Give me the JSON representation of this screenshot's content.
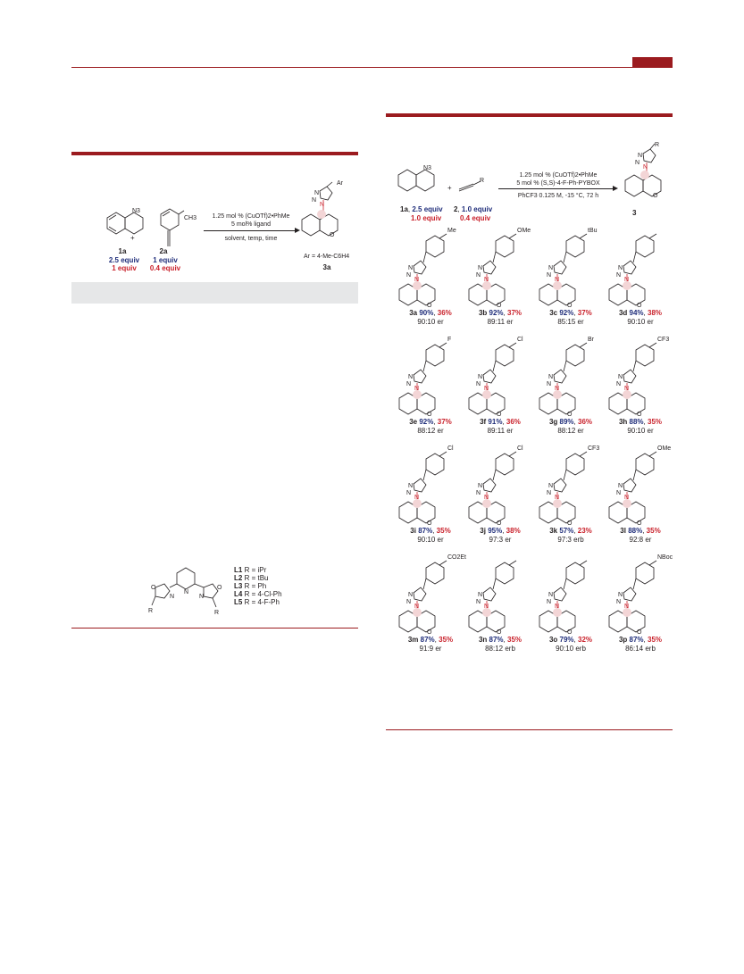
{
  "header": {
    "page_tab": ""
  },
  "table1": {
    "reactant1": {
      "azide": "N3",
      "id": "1a",
      "equiv_blue": "2.5 equiv",
      "equiv_red": "1 equiv"
    },
    "plus": "+",
    "reactant2": {
      "substituent": "CH3",
      "id": "2a",
      "equiv_blue": "1 equiv",
      "equiv_red": "0.4 equiv"
    },
    "conditions_above1": "1.25 mol % (CuOTf)2•PhMe",
    "conditions_above2": "5 mol% ligand",
    "conditions_below": "solvent, temp, time",
    "product": {
      "substituent": "Ar",
      "ar_def": "Ar = 4-Me-C6H4",
      "id": "3a"
    }
  },
  "ligands": {
    "items": [
      {
        "id": "L1",
        "def": "R = iPr"
      },
      {
        "id": "L2",
        "def": "R = tBu"
      },
      {
        "id": "L3",
        "def": "R = Ph"
      },
      {
        "id": "L4",
        "def": "R = 4-Cl-Ph"
      },
      {
        "id": "L5",
        "def": "R = 4-F-Ph"
      }
    ],
    "r_label": "R"
  },
  "scheme": {
    "reactant1": {
      "azide": "N3",
      "id": "1a",
      "equiv_blue": "2.5 equiv",
      "equiv_red": "1.0 equiv"
    },
    "plus": "+",
    "reactant2": {
      "substituent": "R",
      "id": "2",
      "equiv_blue": "1.0 equiv",
      "equiv_red": "0.4 equiv"
    },
    "conditions_above1": "1.25 mol % (CuOTf)2•PhMe",
    "conditions_above2": "5 mol % (S,S)-4-F-Ph-PYBOX",
    "conditions_below": "PhCF3 0.125 M, -15 °C, 72 h",
    "product": {
      "substituent": "R",
      "id": "3"
    }
  },
  "compounds": [
    {
      "id": "3a",
      "y1": "90%",
      "y2": "36%",
      "er": "90:10 er",
      "sub": "Me"
    },
    {
      "id": "3b",
      "y1": "92%",
      "y2": "37%",
      "er": "89:11 er",
      "sub": "OMe"
    },
    {
      "id": "3c",
      "y1": "92%",
      "y2": "37%",
      "er": "85:15 er",
      "sub": "tBu"
    },
    {
      "id": "3d",
      "y1": "94%",
      "y2": "38%",
      "er": "90:10 er",
      "sub": ""
    },
    {
      "id": "3e",
      "y1": "92%",
      "y2": "37%",
      "er": "88:12 er",
      "sub": "F"
    },
    {
      "id": "3f",
      "y1": "91%",
      "y2": "36%",
      "er": "89:11 er",
      "sub": "Cl"
    },
    {
      "id": "3g",
      "y1": "89%",
      "y2": "36%",
      "er": "88:12 er",
      "sub": "Br"
    },
    {
      "id": "3h",
      "y1": "88%",
      "y2": "35%",
      "er": "90:10 er",
      "sub": "CF3"
    },
    {
      "id": "3i",
      "y1": "87%",
      "y2": "35%",
      "er": "90:10 er",
      "sub": "Cl"
    },
    {
      "id": "3j",
      "y1": "95%",
      "y2": "38%",
      "er": "97:3 er",
      "sub": "Cl"
    },
    {
      "id": "3k",
      "y1": "57%",
      "y2": "23%",
      "er": "97:3 erb",
      "sub": "CF3"
    },
    {
      "id": "3l",
      "y1": "88%",
      "y2": "35%",
      "er": "92:8 er",
      "sub": "OMe"
    },
    {
      "id": "3m",
      "y1": "87%",
      "y2": "35%",
      "er": "91:9 er",
      "sub": "CO2Et"
    },
    {
      "id": "3n",
      "y1": "87%",
      "y2": "35%",
      "er": "88:12 erb",
      "sub": ""
    },
    {
      "id": "3o",
      "y1": "79%",
      "y2": "32%",
      "er": "90:10 erb",
      "sub": ""
    },
    {
      "id": "3p",
      "y1": "87%",
      "y2": "35%",
      "er": "86:14 erb",
      "sub": "NBoc"
    }
  ],
  "colors": {
    "accent": "#9b1b1f",
    "blue": "#1f2d7a",
    "red": "#c9202a",
    "grey_band": "#e6e7e8"
  }
}
